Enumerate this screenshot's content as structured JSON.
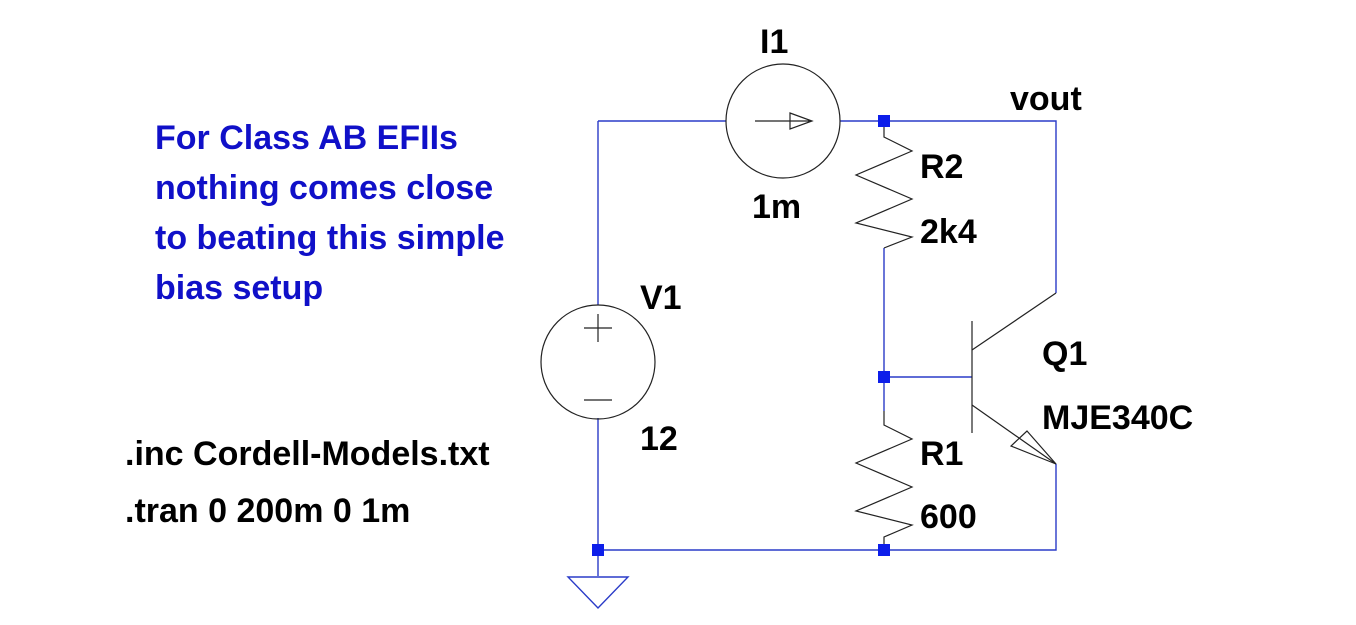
{
  "comment_lines": [
    "For Class AB EFIIs",
    "nothing comes close",
    "to beating this simple",
    "bias setup"
  ],
  "directives": [
    ".inc Cordell-Models.txt",
    ".tran 0 200m 0 1m"
  ],
  "net_label": "vout",
  "components": {
    "I1": {
      "ref": "I1",
      "value": "1m"
    },
    "V1": {
      "ref": "V1",
      "value": "12"
    },
    "R2": {
      "ref": "R2",
      "value": "2k4"
    },
    "R1": {
      "ref": "R1",
      "value": "600"
    },
    "Q1": {
      "ref": "Q1",
      "value": "MJE340C"
    }
  },
  "colors": {
    "wire": "#2a3bc8",
    "node": "#0d1eea",
    "symbol": "#222222",
    "comment_text": "#1010c8",
    "label_text": "#000000"
  }
}
